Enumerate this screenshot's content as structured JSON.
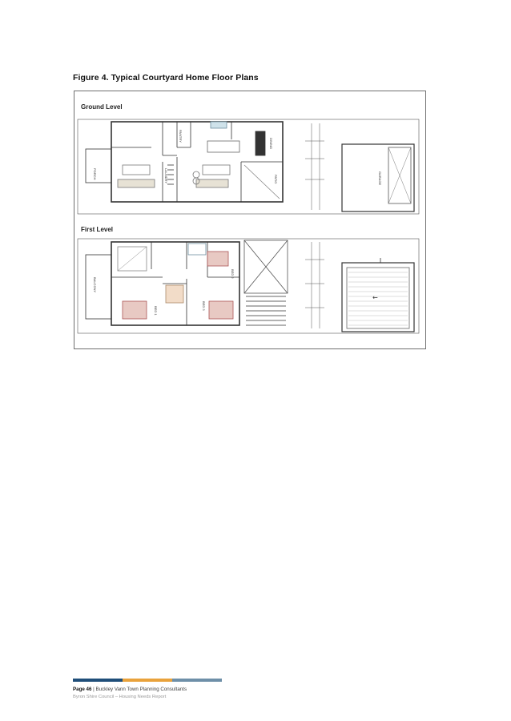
{
  "figure": {
    "title": "Figure 4. Typical Courtyard Home Floor Plans",
    "ground_level": {
      "label": "Ground Level",
      "rooms": [
        "PORCH",
        "PANTRY",
        "LAUNDRY",
        "DINING",
        "PATIO",
        "GARAGE"
      ]
    },
    "first_level": {
      "label": "First Level",
      "rooms": [
        "BALCONY",
        "BED 1",
        "BED 2",
        "BED 3"
      ]
    }
  },
  "footer": {
    "page": "Page 46",
    "separator": " | ",
    "company": "Buckley Vann Town Planning Consultants",
    "report": "Byron Shire Council – Housing Needs Report",
    "colors": [
      "#1f4e79",
      "#e9a23b",
      "#6e8fa8"
    ]
  }
}
